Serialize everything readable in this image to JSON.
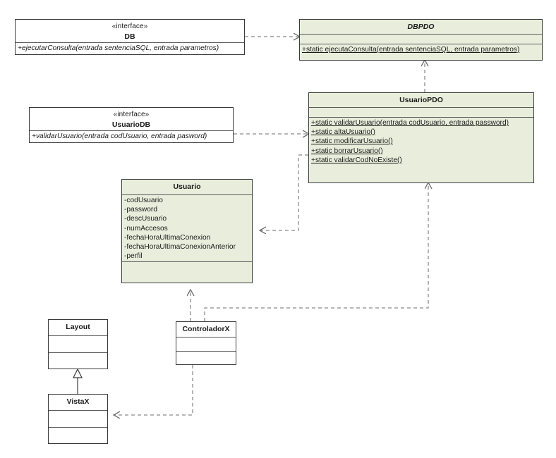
{
  "diagram": {
    "title": "UML class diagram",
    "colors": {
      "class_fill_green": "#e9eedc",
      "class_fill_white": "#ffffff",
      "border": "#3a3a3a",
      "connector": "#808080",
      "text": "#1a1a1a"
    },
    "classes": {
      "db": {
        "stereotype": "«interface»",
        "name": "DB",
        "attributes": [],
        "operations": [
          "+ejecutarConsulta(entrada sentenciaSQL, entrada parametros)"
        ]
      },
      "dbpdo": {
        "stereotype": "",
        "name": "DBPDO",
        "attributes": [],
        "operations": [
          "+static ejecutaConsulta(entrada sentenciaSQL, entrada parametros)"
        ]
      },
      "usuariodb": {
        "stereotype": "«interface»",
        "name": "UsuarioDB",
        "attributes": [],
        "operations": [
          "+validarUsuario(entrada codUsuario, entrada pasword)"
        ]
      },
      "usuariopdo": {
        "stereotype": "",
        "name": "UsuarioPDO",
        "attributes": [],
        "operations": [
          "+static validarUsuario(entrada codUsuario, entrada password)",
          "+static altaUsuario()",
          "+static modificarUsuario()",
          "+static borrarUsuario()",
          "+static validarCodNoExiste()"
        ]
      },
      "usuario": {
        "stereotype": "",
        "name": "Usuario",
        "attributes": [
          "-codUsuario",
          "-password",
          "-descUsuario",
          "-numAccesos",
          "-fechaHoraUltimaConexion",
          "-fechaHoraUltimaConexionAnterior",
          "-perfil"
        ],
        "operations": []
      },
      "layout": {
        "stereotype": "",
        "name": "Layout",
        "attributes": [],
        "operations": []
      },
      "controladorx": {
        "stereotype": "",
        "name": "ControladorX",
        "attributes": [],
        "operations": []
      },
      "vistax": {
        "stereotype": "",
        "name": "VistaX",
        "attributes": [],
        "operations": []
      }
    },
    "relationships": [
      {
        "from": "DB",
        "to": "DBPDO",
        "type": "realization",
        "style": "dashed-open-arrow"
      },
      {
        "from": "UsuarioPDO",
        "to": "DBPDO",
        "type": "dependency",
        "style": "dashed-open-arrow"
      },
      {
        "from": "UsuarioDB",
        "to": "UsuarioPDO",
        "type": "realization",
        "style": "dashed-open-arrow"
      },
      {
        "from": "UsuarioPDO",
        "to": "Usuario",
        "type": "dependency",
        "style": "dashed-open-arrow"
      },
      {
        "from": "ControladorX",
        "to": "Usuario",
        "type": "dependency",
        "style": "dashed-open-arrow"
      },
      {
        "from": "ControladorX",
        "to": "UsuarioPDO",
        "type": "dependency",
        "style": "dashed-open-arrow"
      },
      {
        "from": "ControladorX",
        "to": "VistaX",
        "type": "dependency",
        "style": "dashed-open-arrow"
      },
      {
        "from": "VistaX",
        "to": "Layout",
        "type": "generalization",
        "style": "solid-hollow-triangle"
      }
    ]
  }
}
